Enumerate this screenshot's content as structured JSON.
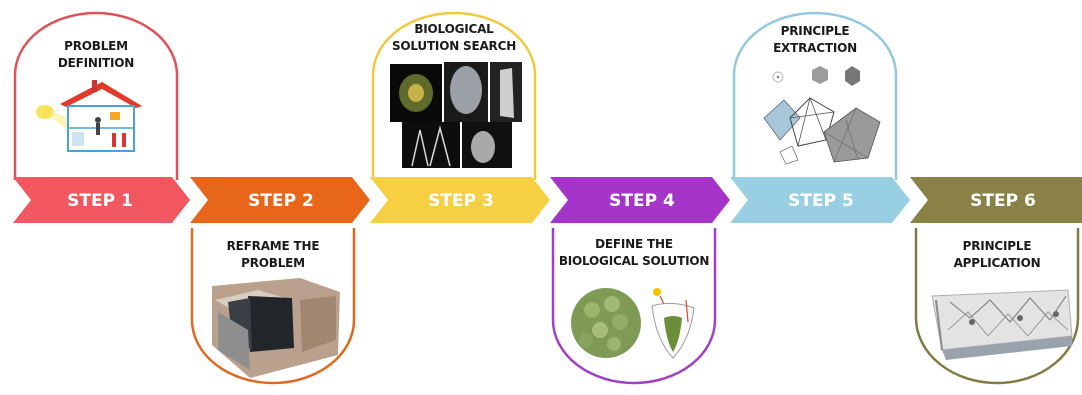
{
  "steps": [
    {
      "label": "STEP 1",
      "title1": "PROBLEM",
      "title2": "DEFINITION",
      "color": "#f2565e",
      "border": "#e0525a"
    },
    {
      "label": "STEP 2",
      "title1": "REFRAME THE",
      "title2": "PROBLEM",
      "color": "#e8661a",
      "border": "#e0691f"
    },
    {
      "label": "STEP 3",
      "title1": "BIOLOGICAL",
      "title2": "SOLUTION SEARCH",
      "color": "#f7cf42",
      "border": "#f0c93f"
    },
    {
      "label": "STEP 4",
      "title1": "DEFINE THE",
      "title2": "BIOLOGICAL SOLUTION",
      "color": "#a535c9",
      "border": "#a23fc6"
    },
    {
      "label": "STEP 5",
      "title1": "PRINCIPLE",
      "title2": "EXTRACTION",
      "color": "#99cfe3",
      "border": "#93c9de"
    },
    {
      "label": "STEP 6",
      "title1": "PRINCIPLE",
      "title2": "APPLICATION",
      "color": "#8a8147",
      "border": "#837b45"
    }
  ]
}
